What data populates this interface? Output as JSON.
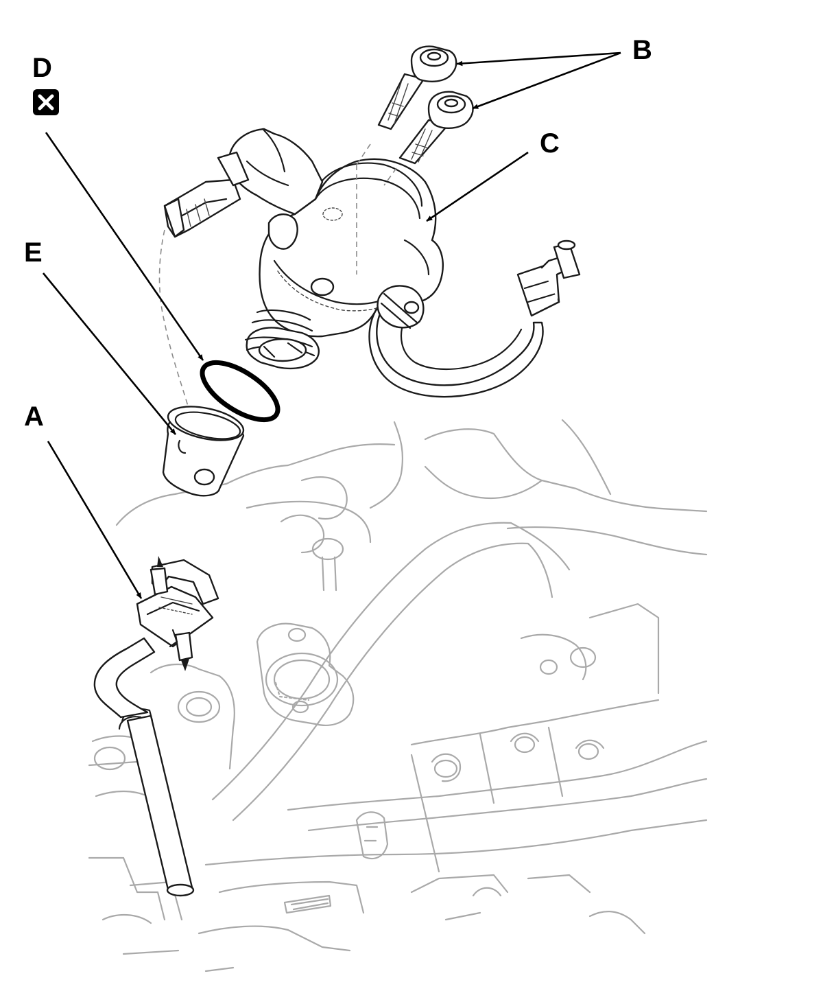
{
  "callouts": {
    "a": "A",
    "b": "B",
    "c": "C",
    "d": "D",
    "e": "E"
  },
  "icons": {
    "replace_symbol": "replace-part-icon"
  },
  "colors": {
    "line_art": "#1a1a1a",
    "background_art": "#a9a9a9",
    "background": "#ffffff"
  }
}
